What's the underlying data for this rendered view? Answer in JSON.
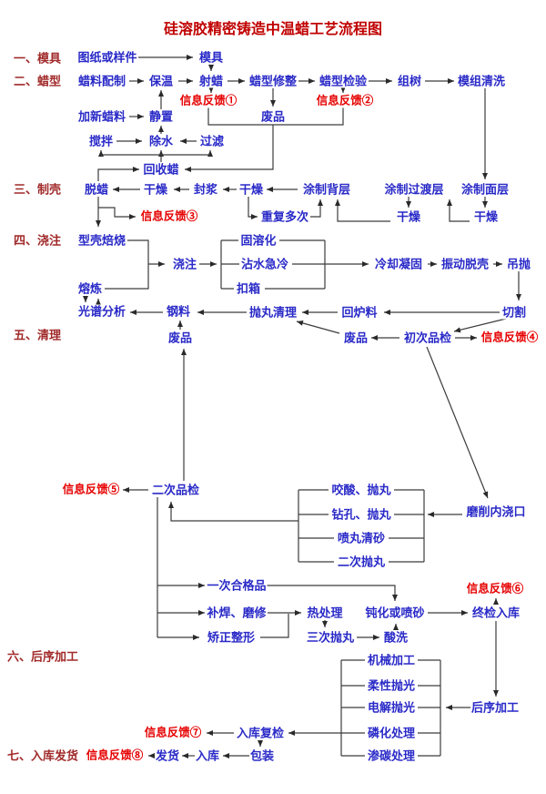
{
  "title": "硅溶胶精密铸造中温蜡工艺流程图",
  "colors": {
    "title_text": "#c00000",
    "section_label_text": "#a12a2a",
    "process_text": "#2a2ac8",
    "feedback_text": "#e60000",
    "connector_line": "#3c3c3c",
    "background": "#ffffff"
  },
  "sections": {
    "s1": "一、模具",
    "s2": "二、蜡型",
    "s3": "三、制壳",
    "s4": "四、浇注",
    "s5": "五、清理",
    "s6": "六、后序加工",
    "s7": "七、入库发货"
  },
  "steps": {
    "drawing_sample": "图纸或样件",
    "mold": "模具",
    "wax_prep": "蜡料配制",
    "keep_warm": "保温",
    "wax_injection": "射蜡",
    "wax_pattern_trim": "蜡型修整",
    "wax_pattern_inspect": "蜡型检验",
    "tree_assembly": "组树",
    "module_clean": "模组清洗",
    "add_new_wax": "加新蜡料",
    "settle": "静置",
    "scrap": "废品",
    "stir": "搅拌",
    "dewater": "除水",
    "filter": "过滤",
    "recycled_wax": "回收蜡",
    "dewax": "脱蜡",
    "dry": "干燥",
    "seal_slurry": "封浆",
    "back_coat": "涂制背层",
    "transition_coat": "涂制过渡层",
    "surface_coat": "涂制面层",
    "repeat_many": "重复多次",
    "shell_roast": "型壳焙烧",
    "melting": "熔炼",
    "pouring": "浇注",
    "solution_treat": "固溶化",
    "water_quench": "沾水急冷",
    "box_up": "扣箱",
    "cool_solidify": "冷却凝固",
    "vibrate_deshell": "振动脱壳",
    "hang_blast": "吊抛",
    "spectro_analysis": "光谱分析",
    "steel_stock": "钢料",
    "shot_blast_clean": "抛丸清理",
    "remelt_stock": "回炉料",
    "cutting": "切割",
    "first_inspect": "初次品检",
    "second_inspect": "二次品检",
    "acid_shot": "咬酸、抛丸",
    "drill_shot": "钻孔、抛丸",
    "shot_sand_clean": "喷丸清砂",
    "second_shot": "二次抛丸",
    "grind_ingate": "磨削内浇口",
    "first_pass": "一次合格品",
    "weld_repair": "补焊、磨修",
    "heat_treat": "热处理",
    "passivate_or_sand": "钝化或喷砂",
    "final_inspect_store": "终检入库",
    "straighten": "矫正整形",
    "third_shot": "三次抛丸",
    "acid_wash": "酸洗",
    "machining": "机械加工",
    "flexible_polish": "柔性抛光",
    "electro_polish": "电解抛光",
    "phosphating": "磷化处理",
    "carburizing": "渗碳处理",
    "post_processing": "后序加工",
    "restock_recheck": "入库复检",
    "ship": "发货",
    "stock_in": "入库",
    "packing": "包装"
  },
  "feedback": {
    "f1": "信息反馈①",
    "f2": "信息反馈②",
    "f3": "信息反馈③",
    "f4": "信息反馈④",
    "f5": "信息反馈⑤",
    "f6": "信息反馈⑥",
    "f7": "信息反馈⑦",
    "f8": "信息反馈⑧"
  }
}
